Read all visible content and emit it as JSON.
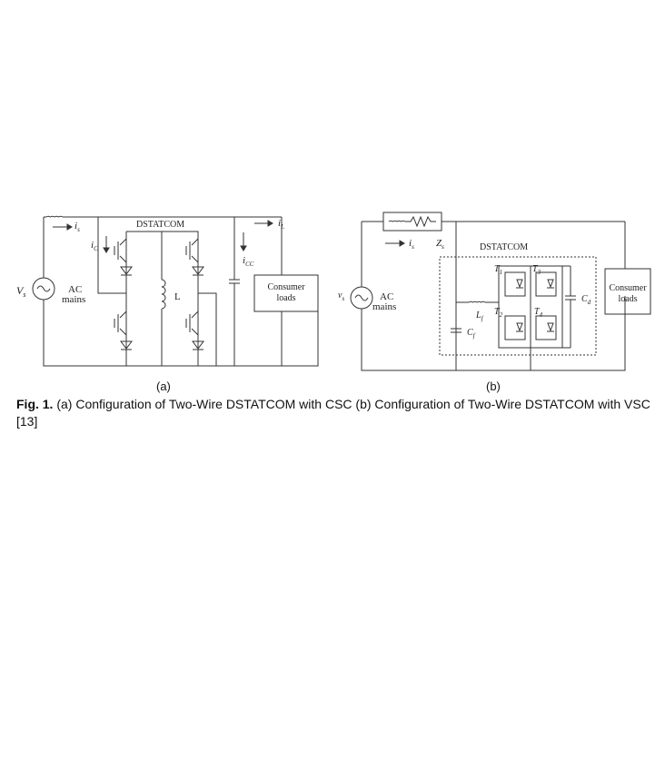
{
  "figure_a": {
    "vs": "V",
    "vs_sub": "s",
    "is": "i",
    "is_sub": "s",
    "ic": "i",
    "ic_sub": "C",
    "il": "i",
    "il_sub": "L",
    "icc": "i",
    "icc_sub": "CC",
    "title": "DSTATCOM",
    "ac_line1": "AC",
    "ac_line2": "mains",
    "inductor_label": "L",
    "load_line1": "Consumer",
    "load_line2": "loads"
  },
  "figure_b": {
    "vs": "v",
    "vs_sub": "s",
    "is": "i",
    "is_sub": "s",
    "zs": "Z",
    "zs_sub": "s",
    "title": "DSTATCOM",
    "ac_line1": "AC",
    "ac_line2": "mains",
    "lf": "L",
    "lf_sub": "f",
    "cf": "C",
    "cf_sub": "f",
    "cd": "C",
    "cd_sub": "d",
    "t1": "T",
    "t1_sub": "1",
    "t2": "T",
    "t2_sub": "2",
    "t3": "T",
    "t3_sub": "3",
    "t4": "T",
    "t4_sub": "4",
    "load_line1": "Consumer",
    "load_line2": "loads"
  },
  "subcaptions": {
    "a": "(a)",
    "b": "(b)"
  },
  "caption": {
    "label": "Fig. 1.",
    "text": " (a) Configuration of Two-Wire DSTATCOM with CSC (b) Configuration of Two-Wire DSTATCOM with VSC [13]"
  }
}
